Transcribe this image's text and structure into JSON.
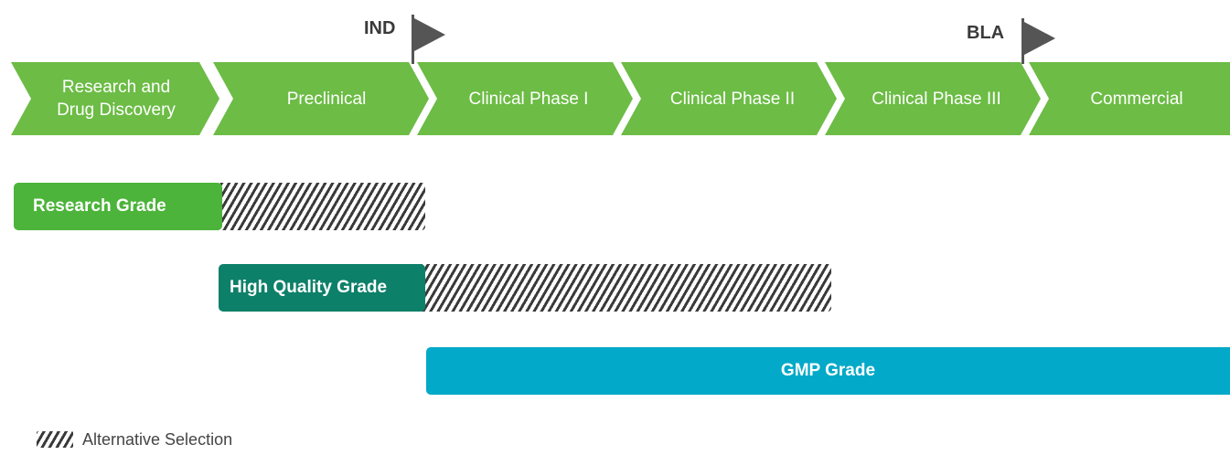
{
  "milestones": {
    "ind": "IND",
    "bla": "BLA"
  },
  "stages": [
    {
      "line1": "Research and",
      "line2": "Drug Discovery"
    },
    {
      "label": "Preclinical"
    },
    {
      "label": "Clinical Phase I"
    },
    {
      "label": "Clinical Phase II"
    },
    {
      "label": "Clinical Phase III"
    },
    {
      "label": "Commercial"
    }
  ],
  "grades": {
    "research": "Research Grade",
    "high_quality": "High Quality Grade",
    "gmp": "GMP Grade"
  },
  "legend": {
    "alternative": "Alternative Selection"
  },
  "colors": {
    "stage": "#6cbc45",
    "research": "#4cb43a",
    "high_quality": "#0d8069",
    "gmp": "#03a9c8",
    "hatch": "#3a3a3a",
    "flag": "#555555"
  }
}
